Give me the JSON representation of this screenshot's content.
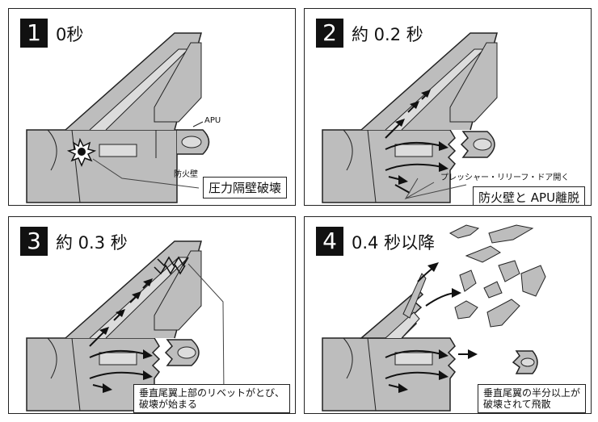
{
  "panels": [
    {
      "number": "1",
      "time": "0秒",
      "labels": {
        "apu": "APU",
        "firewall": "防火壁"
      },
      "caption": "圧力隔壁破壊"
    },
    {
      "number": "2",
      "time": "約 0.2 秒",
      "note": "プレッシャー・リリーフ・ドア開く",
      "caption": "防火壁と APU離脱"
    },
    {
      "number": "3",
      "time": "約 0.3 秒",
      "caption_lines": [
        "垂直尾翼上部のリベットがとび、",
        "破壊が始まる"
      ]
    },
    {
      "number": "4",
      "time": "0.4 秒以降",
      "caption_lines": [
        "垂直尾翼の半分以上が",
        "破壊されて飛散"
      ]
    }
  ],
  "colors": {
    "fill": "#bdbdbd",
    "light": "#dcdcdc",
    "stroke": "#222222"
  }
}
